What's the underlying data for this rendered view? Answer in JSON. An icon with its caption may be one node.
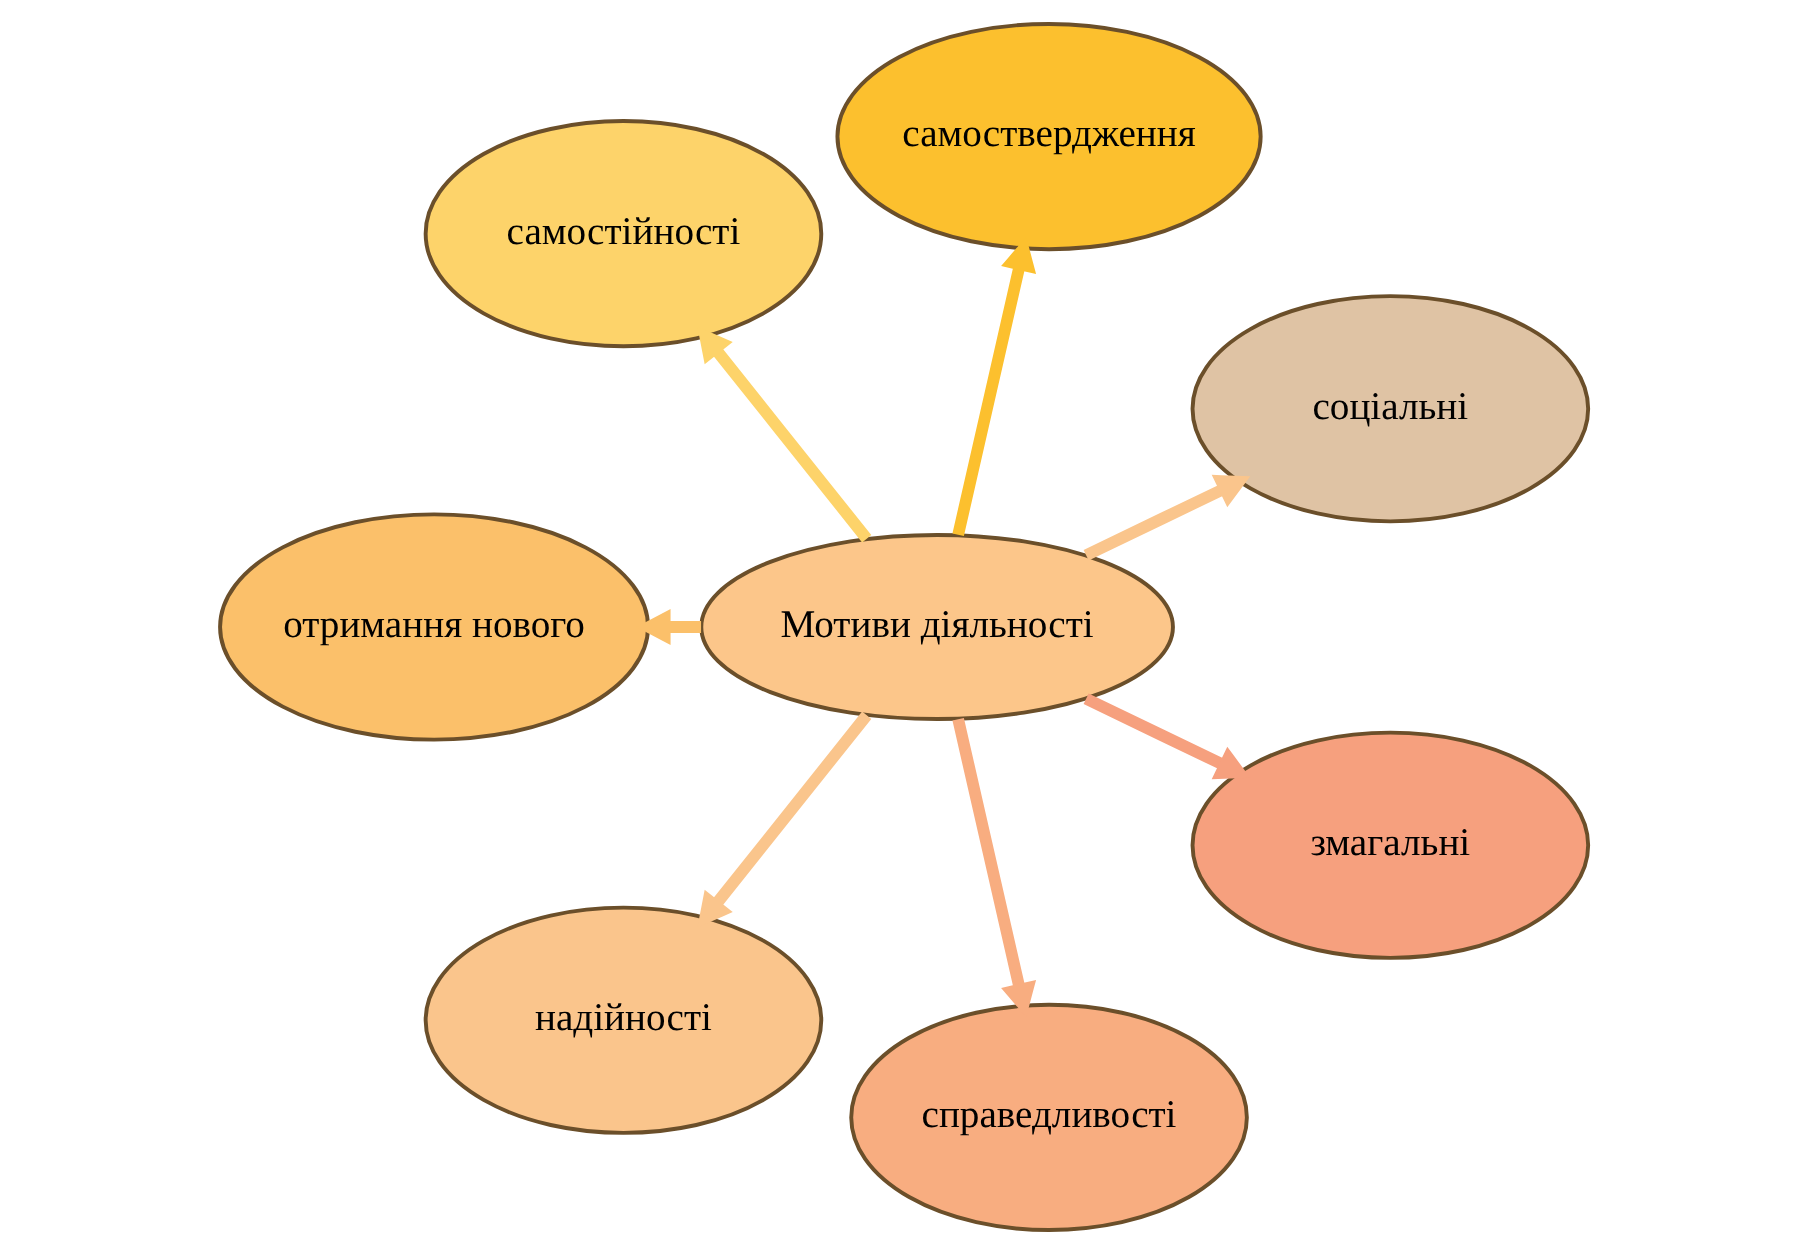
{
  "diagram": {
    "nodes": [
      {
        "text": [
          "Мотиви діяльності"
        ]
      },
      {
        "text": [
          "соціальні"
        ]
      },
      {
        "text": [
          "самоствердження"
        ]
      },
      {
        "text": [
          "самостійності"
        ]
      },
      {
        "text": [
          "отримання нового"
        ]
      },
      {
        "text": [
          "надійності"
        ]
      },
      {
        "text": [
          "справедливості"
        ]
      },
      {
        "text": [
          "змагальні"
        ]
      }
    ],
    "edges": [
      {
        "from": 0,
        "to": 1,
        "arrow": "to",
        "color": "#fac58c"
      },
      {
        "from": 0,
        "to": 2,
        "arrow": "to",
        "color": "#fcc02e"
      },
      {
        "from": 0,
        "to": 3,
        "arrow": "to",
        "color": "#fdd36a"
      },
      {
        "from": 0,
        "to": 4,
        "arrow": "to",
        "color": "#fbc06a"
      },
      {
        "from": 0,
        "to": 5,
        "arrow": "to",
        "color": "#fac58c"
      },
      {
        "from": 0,
        "to": 6,
        "arrow": "to",
        "color": "#f8ad80"
      },
      {
        "from": 0,
        "to": 7,
        "arrow": "to",
        "color": "#f6a07e"
      }
    ]
  }
}
